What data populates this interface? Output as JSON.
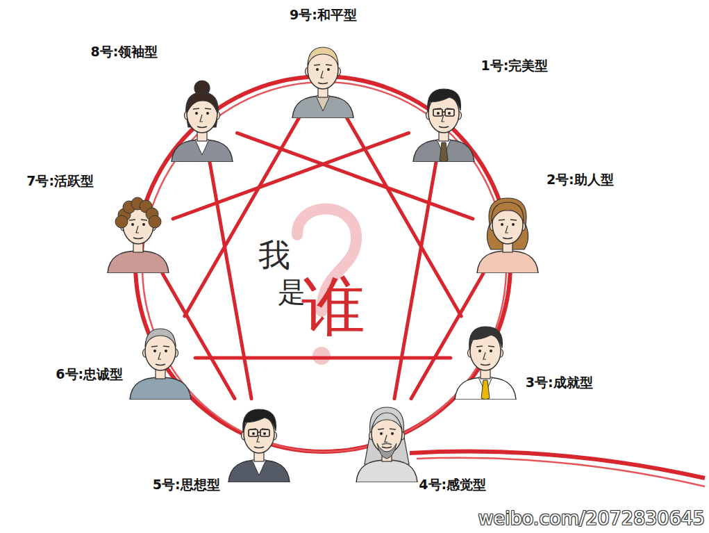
{
  "diagram": {
    "nodes": [
      {
        "text": [
          "9号:和平型"
        ]
      },
      {
        "text": [
          "1号:完美型"
        ]
      },
      {
        "text": [
          "2号:助人型"
        ]
      },
      {
        "text": [
          "3号:成就型"
        ]
      },
      {
        "text": [
          "4号:感觉型"
        ]
      },
      {
        "text": [
          "5号:思想型"
        ]
      },
      {
        "text": [
          "6号:忠诚型"
        ]
      },
      {
        "text": [
          "7号:活跃型"
        ]
      },
      {
        "text": [
          "8号:领袖型"
        ]
      }
    ],
    "edges": [
      {
        "from": 0,
        "to": 3,
        "arrow": "none"
      },
      {
        "from": 3,
        "to": 6,
        "arrow": "none"
      },
      {
        "from": 6,
        "to": 0,
        "arrow": "none"
      },
      {
        "from": 1,
        "to": 4,
        "arrow": "none"
      },
      {
        "from": 4,
        "to": 2,
        "arrow": "none"
      },
      {
        "from": 2,
        "to": 8,
        "arrow": "none"
      },
      {
        "from": 8,
        "to": 5,
        "arrow": "none"
      },
      {
        "from": 5,
        "to": 7,
        "arrow": "none"
      },
      {
        "from": 7,
        "to": 1,
        "arrow": "none"
      }
    ],
    "labels": [
      "我是谁",
      "weibo.com/2072830645"
    ]
  }
}
